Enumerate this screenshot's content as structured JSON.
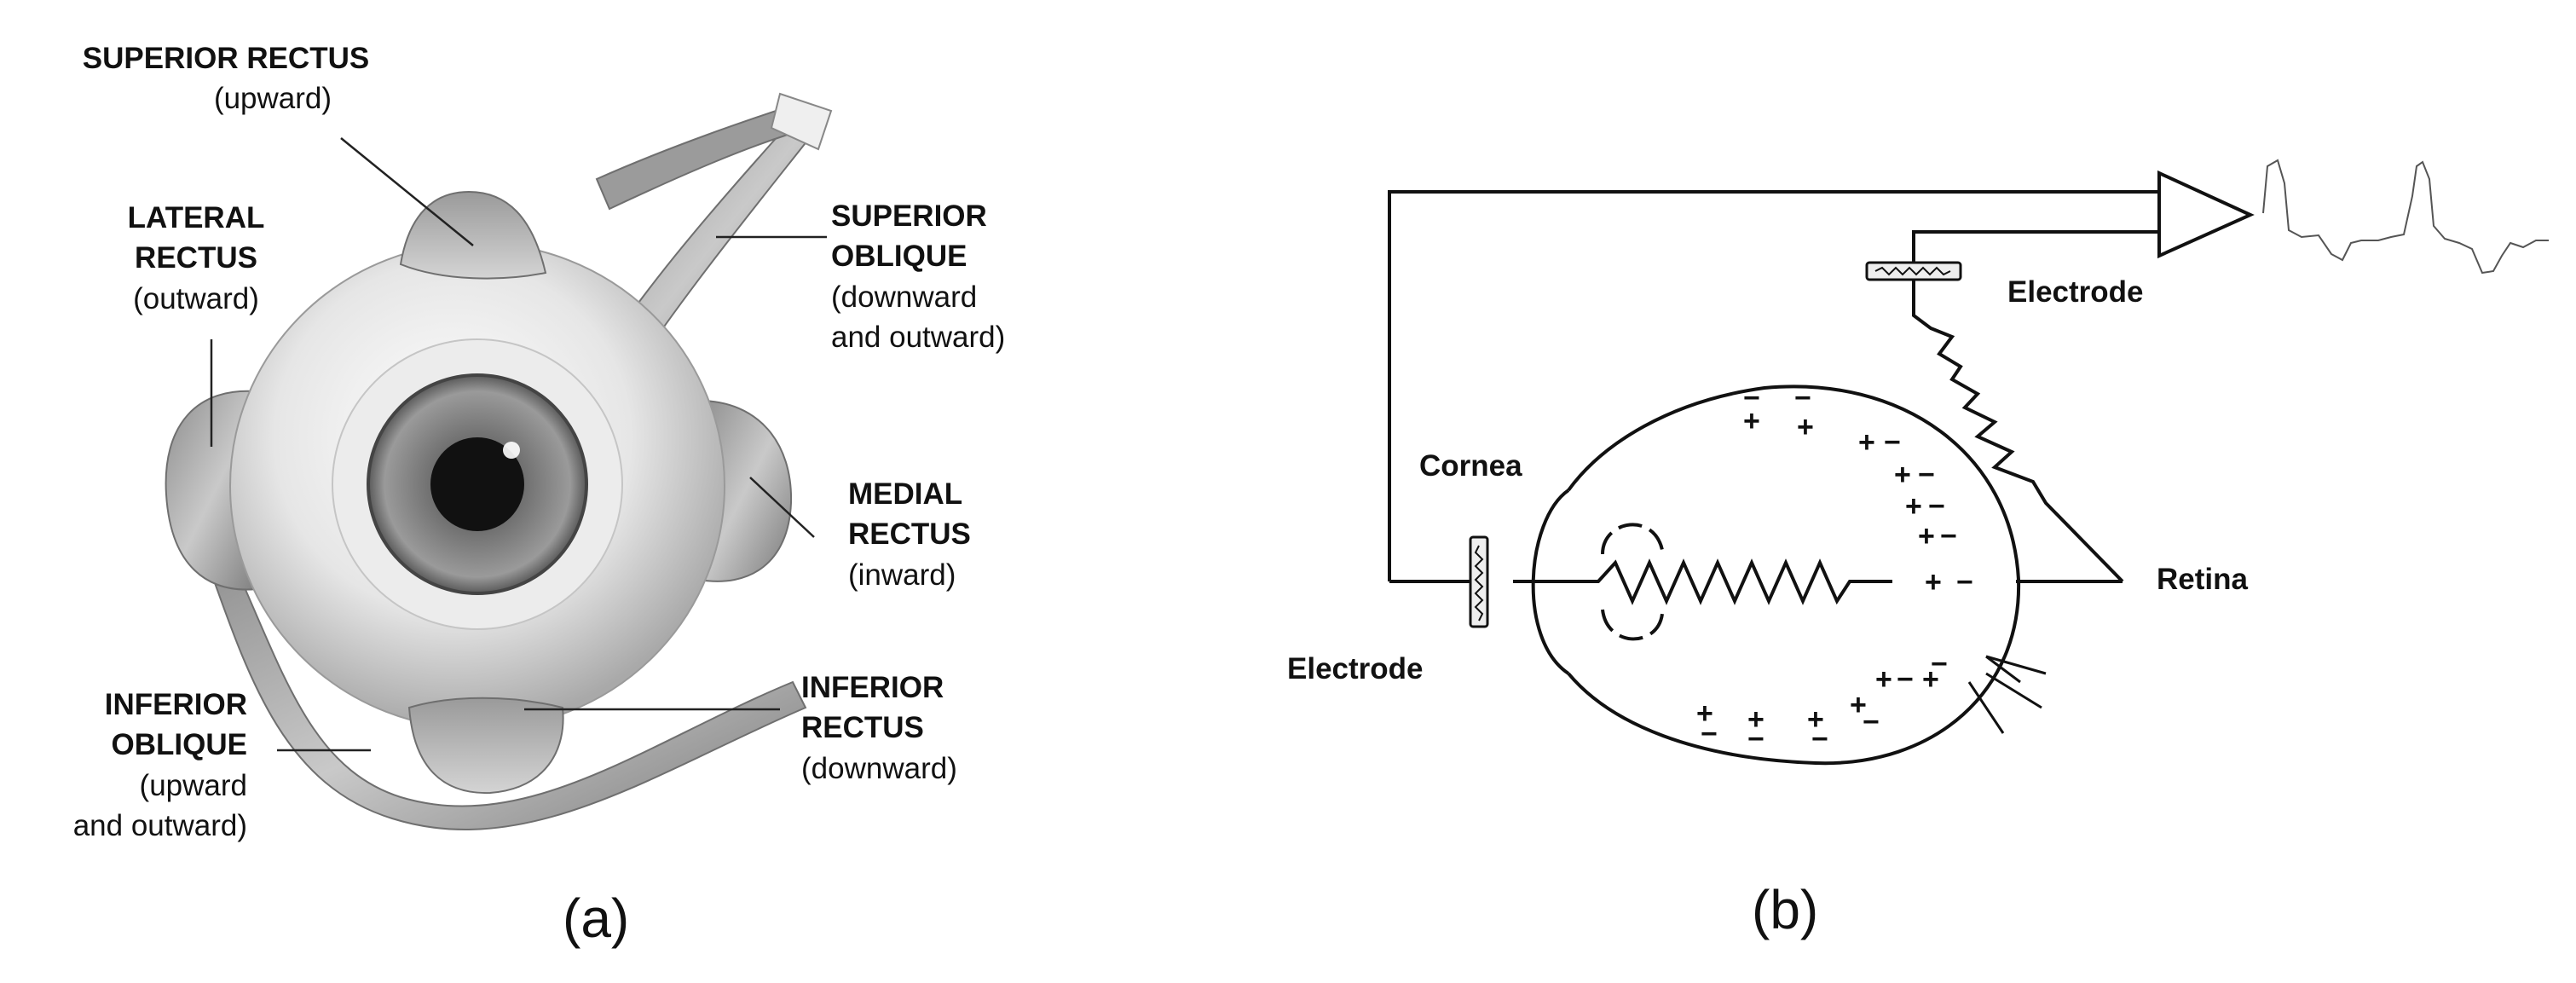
{
  "panel_a": {
    "caption": "(a)",
    "muscles": {
      "superior_rectus": {
        "name": "SUPERIOR RECTUS",
        "desc": "(upward)"
      },
      "lateral_rectus": {
        "name_1": "LATERAL",
        "name_2": "RECTUS",
        "desc": "(outward)"
      },
      "superior_oblique": {
        "name_1": "SUPERIOR",
        "name_2": "OBLIQUE",
        "desc_1": "(downward",
        "desc_2": "and outward)"
      },
      "medial_rectus": {
        "name_1": "MEDIAL",
        "name_2": "RECTUS",
        "desc": "(inward)"
      },
      "inferior_oblique": {
        "name_1": "INFERIOR",
        "name_2": "OBLIQUE",
        "desc_1": "(upward",
        "desc_2": "and outward)"
      },
      "inferior_rectus": {
        "name_1": "INFERIOR",
        "name_2": "RECTUS",
        "desc": "(downward)"
      }
    }
  },
  "panel_b": {
    "caption": "(b)",
    "labels": {
      "electrode_top": "Electrode",
      "cornea": "Cornea",
      "retina": "Retina",
      "electrode_left": "Electrode"
    },
    "charges": {
      "plus": "+",
      "minus": "−"
    }
  },
  "colors": {
    "ink": "#111111",
    "eye_gray": "#bdbdbd",
    "iris": "#6a6a6a"
  }
}
